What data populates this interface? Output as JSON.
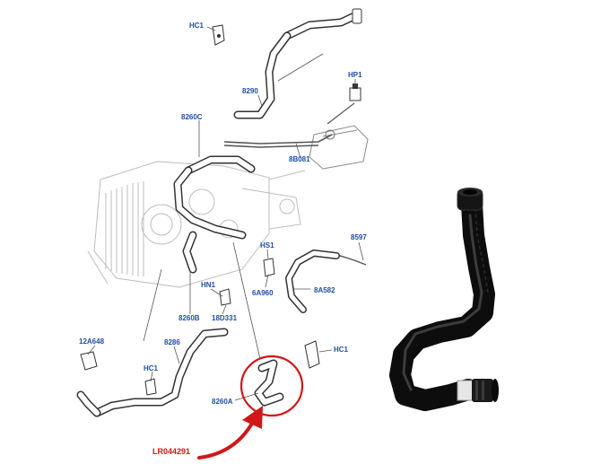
{
  "labels": {
    "hc1_top": "HC1",
    "p8290": "8290",
    "hp1": "HP1",
    "p8260c": "8260C",
    "p8b081": "8B081",
    "hs1": "HS1",
    "p8597": "8597",
    "p6a960": "6A960",
    "p8a582": "8A582",
    "hn1": "HN1",
    "p8260b": "8260B",
    "p18d331": "18D331",
    "p12a648": "12A648",
    "p8286": "8286",
    "hc1_right": "HC1",
    "hc1_left": "HC1",
    "p8260a": "8260A"
  },
  "callout": "LR044291",
  "colors": {
    "label": "#1f4fa8",
    "callout": "#d01818",
    "hose": "#1c1c1c"
  }
}
